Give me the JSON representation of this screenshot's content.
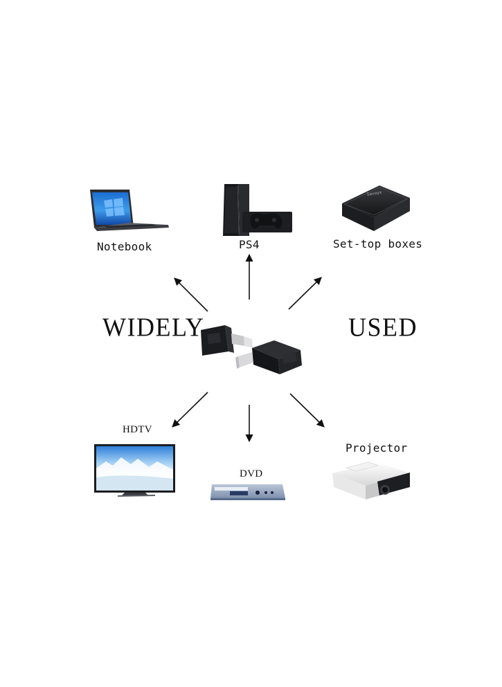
{
  "devices": {
    "notebook": {
      "label": "Notebook",
      "icon": "laptop-icon"
    },
    "ps4": {
      "label": "PS4",
      "icon": "game-console-icon"
    },
    "settop": {
      "label": "Set-top boxes",
      "icon": "set-top-box-icon",
      "brand_mark": "Savoyx"
    },
    "hdtv": {
      "label": "HDTV",
      "icon": "tv-icon"
    },
    "dvd": {
      "label": "DVD",
      "icon": "dvd-player-icon"
    },
    "projector": {
      "label": "Projector",
      "icon": "projector-icon"
    }
  },
  "slogan": {
    "left": "WIDELY",
    "right": "USED"
  },
  "center": {
    "icon": "hdmi-extender-adapters-icon"
  },
  "colors": {
    "text": "#111111",
    "arrow": "#111111",
    "device_dark": "#1a1b1e"
  }
}
